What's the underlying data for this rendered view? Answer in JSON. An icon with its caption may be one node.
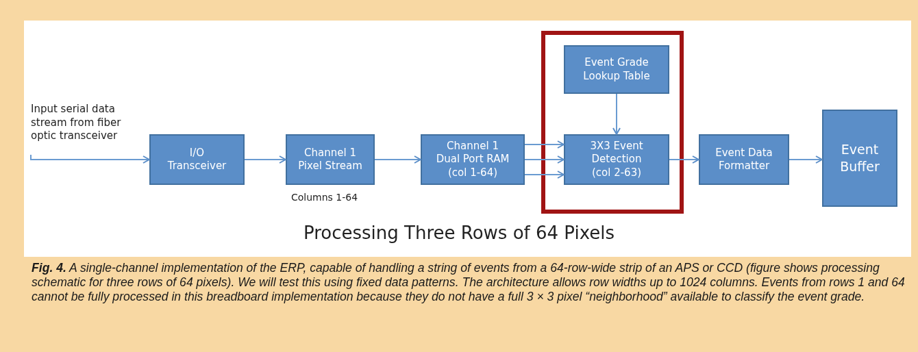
{
  "diagram": {
    "title": "Processing Three Rows of 64 Pixels",
    "caption": "**Fig. 4.** A single-channel implementation of the ERP, capable of handling a string of events from a 64-row-wide strip of an APS or CCD (figure shows processing schematic for three rows of 64 pixels). We will test this using fixed data patterns. The architecture allows row widths up to 1024 columns. Events from rows 1 and 64 cannot be fully processed in this breadboard implementation because they do not have a full 3 × 3 pixel “neighborhood” available to classify the event grade.",
    "nodes": [
      {
        "text": [
          "Input serial data stream from fiber optic transceiver"
        ]
      },
      {
        "text": [
          "I/O Transceiver"
        ]
      },
      {
        "text": [
          "Channel 1 Pixel Stream"
        ],
        "beside": [
          "Columns 1-64"
        ]
      },
      {
        "text": [
          "Channel 1 Dual Port RAM (col 1-64)"
        ]
      },
      {
        "text": [],
        "shape": "box"
      },
      {
        "text": [
          "Event Grade Lookup Table"
        ],
        "in": 4
      },
      {
        "text": [
          "3X3 Event Detection (col 2-63)"
        ],
        "in": 4
      },
      {
        "text": [
          "Event Data Formatter"
        ]
      },
      {
        "text": [
          "Event Buffer"
        ]
      }
    ],
    "edges": [
      {
        "from": 0,
        "to": 1,
        "arrow": "to"
      },
      {
        "from": 1,
        "to": 2,
        "arrow": "to"
      },
      {
        "from": 2,
        "to": 3,
        "arrow": "to"
      },
      {
        "from": 3,
        "to": 6,
        "arrow": "to"
      },
      {
        "from": 3,
        "to": 6,
        "arrow": "to"
      },
      {
        "from": 3,
        "to": 6,
        "arrow": "to"
      },
      {
        "from": 5,
        "to": 6,
        "arrow": "to"
      },
      {
        "from": 6,
        "to": 7,
        "arrow": "to"
      },
      {
        "from": 7,
        "to": 8,
        "arrow": "to"
      }
    ]
  }
}
